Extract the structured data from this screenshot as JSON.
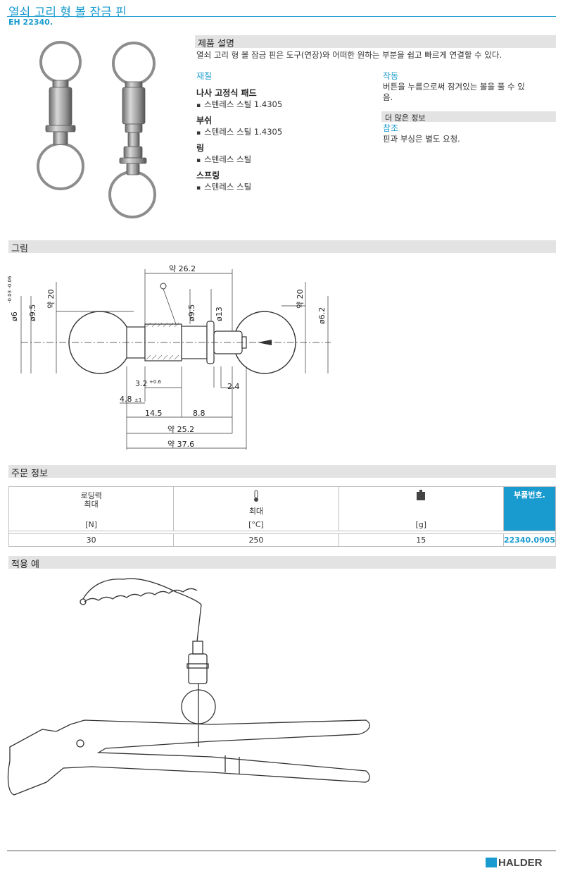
{
  "header": {
    "title": "열쇠 고리 형 볼 잠금 핀",
    "code": "EH 22340."
  },
  "description": {
    "heading": "제품 설명",
    "text": "열쇠 고리 형 볼 잠금 핀은 도구(연장)와 어떠한 원하는 부분을 쉽고 빠르게 연결할 수 있다."
  },
  "material": {
    "heading": "재질",
    "items": [
      {
        "name": "나사 고정식 패드",
        "value": "스텐레스 스틸 1.4305"
      },
      {
        "name": "부쉬",
        "value": "스텐레스 스틸 1.4305"
      },
      {
        "name": "링",
        "value": "스텐레스 스틸"
      },
      {
        "name": "스프링",
        "value": "스텐레스 스틸"
      }
    ]
  },
  "operation": {
    "heading": "작동",
    "text_line1": "버튼을 누름으로써 잠겨있는 볼을 풀 수 있",
    "text_line2": "음."
  },
  "more_info": {
    "heading": "더 많은 정보",
    "ref_heading": "참조",
    "ref_text": "핀과 부싱은 별도 요청."
  },
  "drawing": {
    "heading": "그림",
    "dims": {
      "d262": "약 26.2",
      "d20a": "약 20",
      "d20b": "약 20",
      "d95a": "ø9.5",
      "d95b": "ø9.5",
      "d13": "ø13",
      "d62": "ø6.2",
      "d6": "ø6",
      "d6tol": "-0.03 -0.06",
      "d32": "3.2",
      "d32tol": "+0.6",
      "d24": "2.4",
      "d48": "4.8",
      "d48tol": "±1",
      "d145": "14.5",
      "d88": "8.8",
      "d252": "약 25.2",
      "d376": "약 37.6"
    }
  },
  "order": {
    "heading": "주문 정보",
    "columns": [
      {
        "l1": "로딩력",
        "l2": "최대",
        "unit": "[N]"
      },
      {
        "l1": "",
        "l2": "최대",
        "unit": "[°C]",
        "icon": "thermometer-icon"
      },
      {
        "l1": "",
        "l2": "",
        "unit": "[g]",
        "icon": "weight-icon"
      }
    ],
    "part_header": "부품번호.",
    "row": {
      "load": "30",
      "temp": "250",
      "weight": "15",
      "part": "22340.0905"
    }
  },
  "application": {
    "heading": "적용 예"
  },
  "brand": {
    "name": "HALDER"
  },
  "colors": {
    "accent": "#1a9bcf",
    "bar": "#e3e3e3"
  }
}
